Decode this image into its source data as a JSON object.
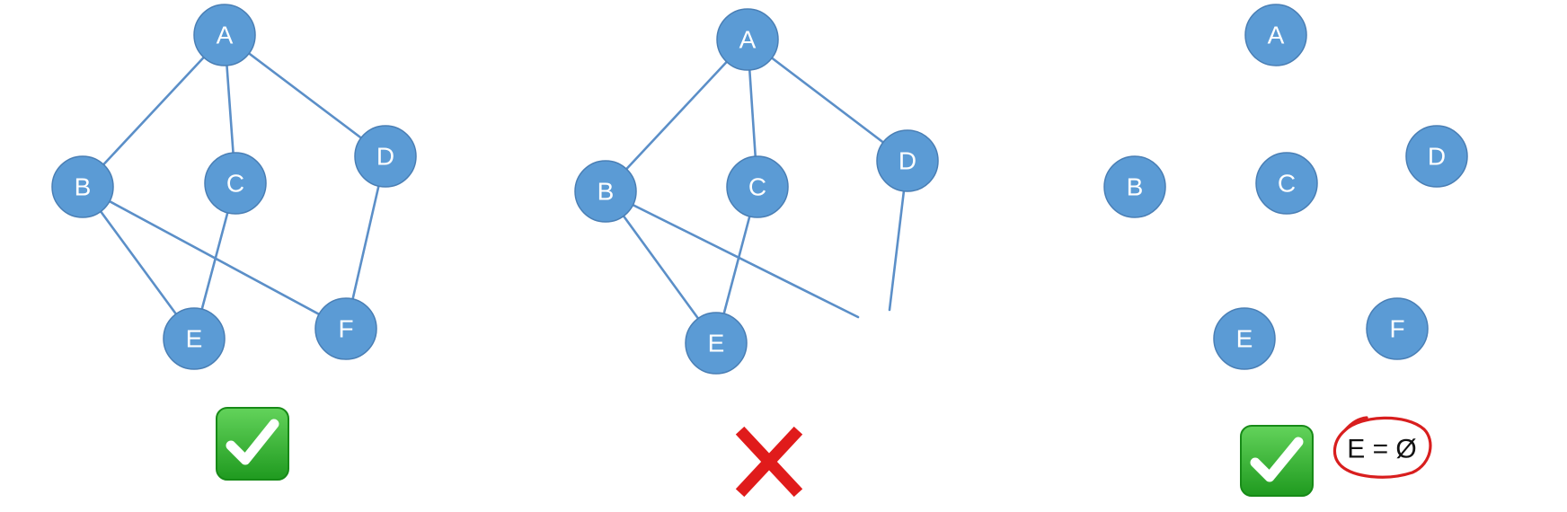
{
  "graphs": [
    {
      "nodes": [
        "A",
        "B",
        "C",
        "D",
        "E",
        "F"
      ],
      "edges": [
        [
          "A",
          "B"
        ],
        [
          "A",
          "C"
        ],
        [
          "A",
          "D"
        ],
        [
          "B",
          "E"
        ],
        [
          "B",
          "F"
        ],
        [
          "C",
          "E"
        ],
        [
          "D",
          "F"
        ]
      ],
      "verdict": "valid",
      "verdict_icon": "check-mark-icon"
    },
    {
      "nodes": [
        "A",
        "B",
        "C",
        "D",
        "E"
      ],
      "edges": [
        [
          "A",
          "B"
        ],
        [
          "A",
          "C"
        ],
        [
          "A",
          "D"
        ],
        [
          "B",
          "E"
        ],
        [
          "C",
          "E"
        ]
      ],
      "dangling_edges_from": [
        "B",
        "D"
      ],
      "verdict": "invalid",
      "verdict_icon": "cross-mark-icon"
    },
    {
      "nodes": [
        "A",
        "B",
        "C",
        "D",
        "E",
        "F"
      ],
      "edges": [],
      "verdict": "valid",
      "verdict_icon": "check-mark-icon",
      "note": "E = Ø"
    }
  ],
  "colors": {
    "node_fill": "#5b9bd5",
    "edge": "#5b8fc8",
    "check_green": "#2faa2f",
    "cross_red": "#e01b1b",
    "circle_red": "#d81e1e"
  }
}
